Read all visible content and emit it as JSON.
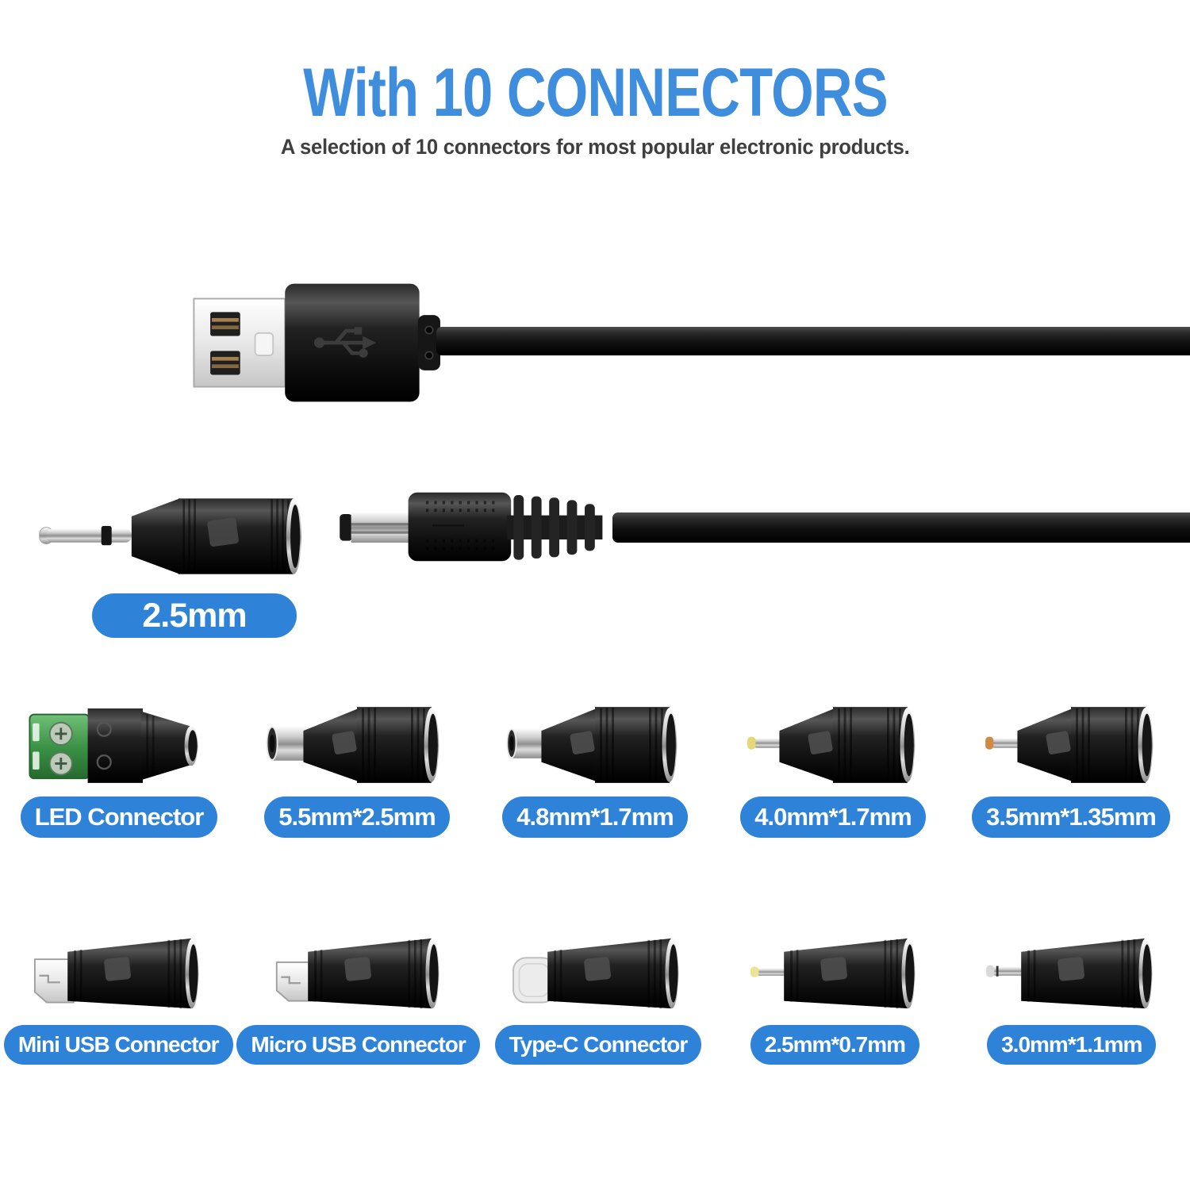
{
  "header": {
    "title": "With 10 CONNECTORS",
    "subtitle": "A selection of 10 connectors for most popular electronic products."
  },
  "colors": {
    "title_blue": "#3e8edd",
    "pill_blue": "#2e83d9",
    "pill_text": "#ffffff",
    "background": "#ffffff"
  },
  "hero": {
    "usb_plug": {
      "icon": "usb-a-plug-icon"
    },
    "adapter": {
      "label": "2.5mm",
      "icon": "dc-2-5mm-adapter-icon"
    },
    "dc_plug": {
      "icon": "dc-5-5mm-plug-icon"
    }
  },
  "connector_grid": {
    "row1": [
      {
        "label": "LED Connector",
        "icon": "led-terminal-connector-icon"
      },
      {
        "label": "5.5mm*2.5mm",
        "icon": "dc-barrel-connector-icon"
      },
      {
        "label": "4.8mm*1.7mm",
        "icon": "dc-barrel-connector-icon"
      },
      {
        "label": "4.0mm*1.7mm",
        "icon": "dc-pin-connector-icon"
      },
      {
        "label": "3.5mm*1.35mm",
        "icon": "dc-pin-connector-icon"
      }
    ],
    "row2": [
      {
        "label": "Mini USB Connector",
        "icon": "mini-usb-connector-icon"
      },
      {
        "label": "Micro USB Connector",
        "icon": "micro-usb-connector-icon"
      },
      {
        "label": "Type-C Connector",
        "icon": "type-c-connector-icon"
      },
      {
        "label": "2.5mm*0.7mm",
        "icon": "dc-pin-connector-icon"
      },
      {
        "label": "3.0mm*1.1mm",
        "icon": "dc-pin-connector-icon"
      }
    ]
  }
}
